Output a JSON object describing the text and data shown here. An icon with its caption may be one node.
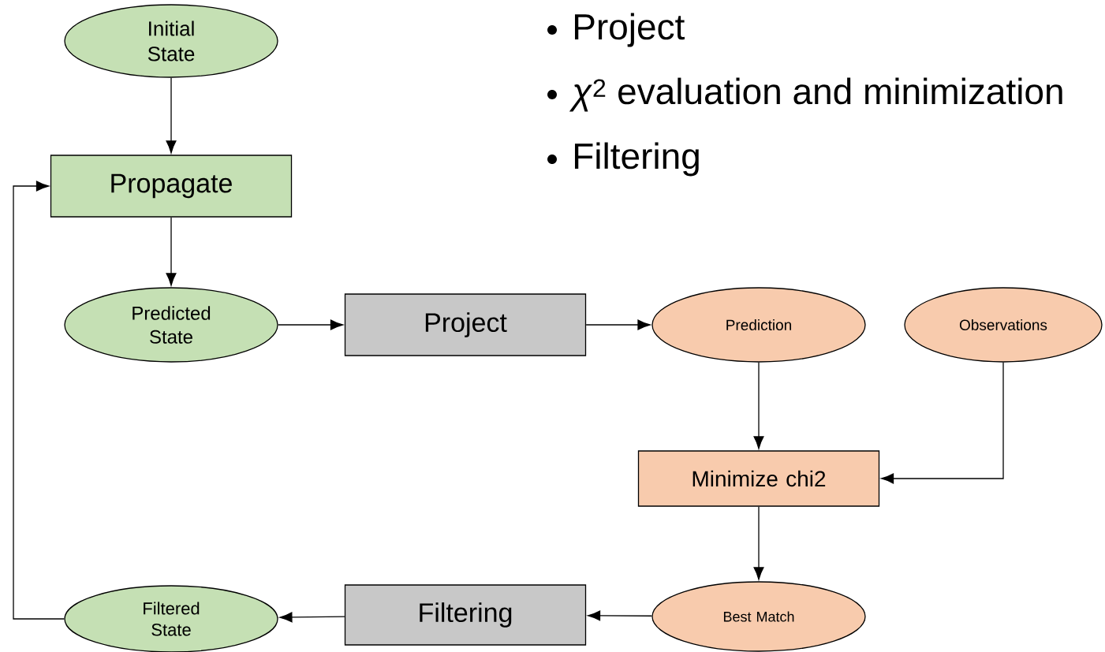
{
  "diagram": {
    "nodes": [
      {
        "text": [
          "Initial State"
        ]
      },
      {
        "text": [
          "Propagate"
        ]
      },
      {
        "text": [
          "Predicted State"
        ]
      },
      {
        "text": [
          "Project"
        ]
      },
      {
        "text": [
          "Prediction"
        ]
      },
      {
        "text": [
          "Observations"
        ]
      },
      {
        "text": [
          "Minimize chi2"
        ]
      },
      {
        "text": [
          "Best Match"
        ]
      },
      {
        "text": [
          "Filtering"
        ]
      },
      {
        "text": [
          "Filtered State"
        ]
      }
    ],
    "edges": [
      {
        "from": 0,
        "to": 1,
        "arrow": "to"
      },
      {
        "from": 1,
        "to": 2,
        "arrow": "to"
      },
      {
        "from": 2,
        "to": 3,
        "arrow": "to"
      },
      {
        "from": 3,
        "to": 4,
        "arrow": "to"
      },
      {
        "from": 4,
        "to": 6,
        "arrow": "to"
      },
      {
        "from": 5,
        "to": 6,
        "arrow": "to"
      },
      {
        "from": 6,
        "to": 7,
        "arrow": "to"
      },
      {
        "from": 7,
        "to": 8,
        "arrow": "to"
      },
      {
        "from": 8,
        "to": 9,
        "arrow": "to"
      },
      {
        "from": 9,
        "to": 1,
        "arrow": "to"
      }
    ],
    "labels": [
      "Project",
      "*χ*$^{2}$ evaluation and minimization",
      "Filtering"
    ]
  }
}
